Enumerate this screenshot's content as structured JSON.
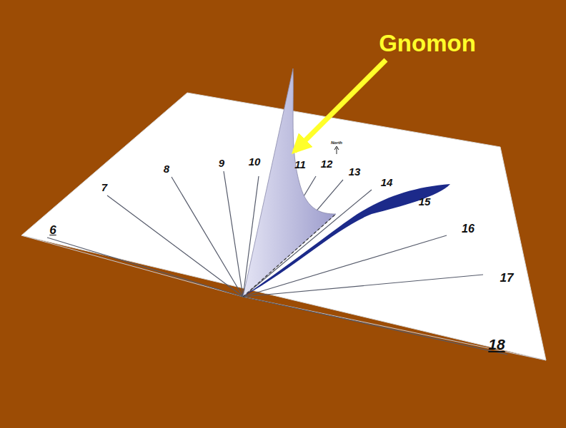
{
  "diagram": {
    "labels": [
      "Gnomon",
      "6",
      "7",
      "8",
      "9",
      "10",
      "11",
      "12",
      "13",
      "14",
      "15",
      "16",
      "17",
      "18",
      "North"
    ]
  }
}
